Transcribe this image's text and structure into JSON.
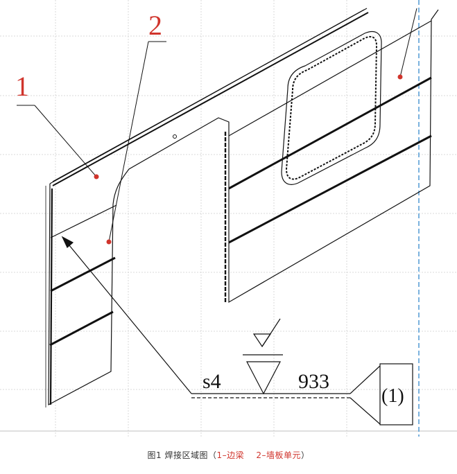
{
  "callouts": {
    "label_1": "1",
    "label_2": "2"
  },
  "weld_symbol": {
    "left_text": "s4",
    "right_text": "933",
    "tail_text": "(1)"
  },
  "caption": {
    "figure": "图1",
    "title": "焊接区域图",
    "open_paren": "（",
    "item_1": "1–边梁",
    "item_2": "2–墙板单元",
    "close_paren": "）"
  },
  "colors": {
    "callout_red": "#d0342c",
    "grid": "#d9d9d9",
    "centerline_blue": "#5a9fd6",
    "line": "#111111"
  }
}
